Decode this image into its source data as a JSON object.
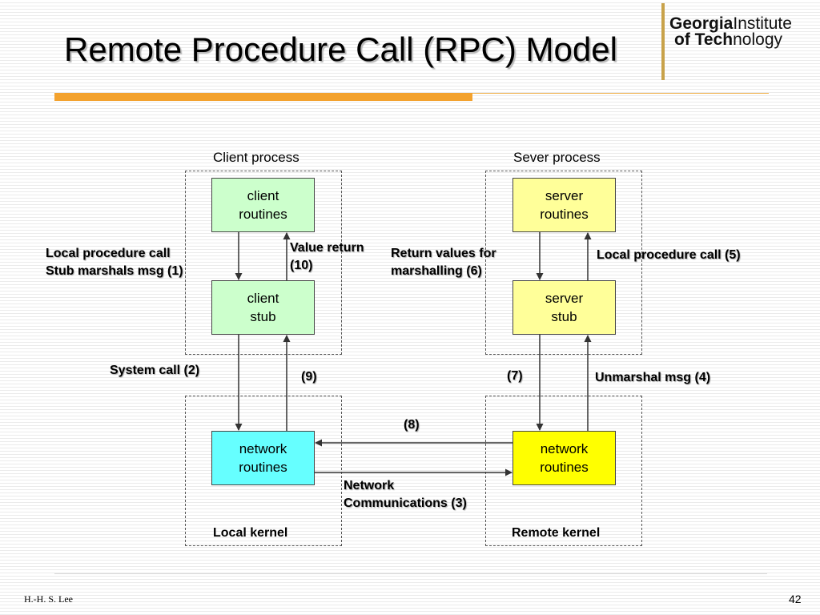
{
  "slide": {
    "title": "Remote Procedure Call (RPC) Model",
    "logo": {
      "line1_bold": "Georgia",
      "line1_rest": "Institute",
      "line2_bold": "of Tech",
      "line2_rest": "nology"
    },
    "footer_author": "H.-H. S. Lee",
    "page_number": "42"
  },
  "diagram": {
    "client_process_label": "Client process",
    "server_process_label": "Sever process",
    "client_routines": "client\nroutines",
    "client_stub": "client\nstub",
    "client_network": "network\nroutines",
    "server_routines": "server\nroutines",
    "server_stub": "server\nstub",
    "server_network": "network\nroutines",
    "local_kernel": "Local kernel",
    "remote_kernel": "Remote kernel",
    "labels": {
      "local_call": "Local procedure call\nStub marshals msg (1)",
      "value_return": "Value return\n(10)",
      "return_values": "Return values for\nmarshalling (6)",
      "server_local_call": "Local procedure call (5)",
      "system_call": "System call (2)",
      "step9": "(9)",
      "step7": "(7)",
      "unmarshal": "Unmarshal msg (4)",
      "step8": "(8)",
      "network_comm": "Network\nCommunications (3)"
    }
  }
}
